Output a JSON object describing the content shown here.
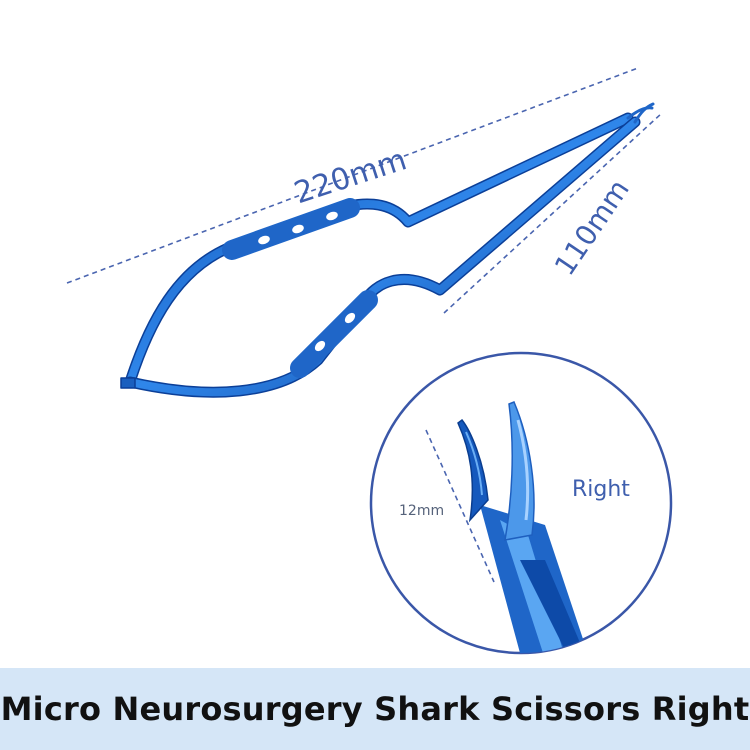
{
  "dimensions": {
    "total_length": "220mm",
    "handle_length": "110mm",
    "tip_length": "12mm"
  },
  "detail_label": "Right",
  "title": "Micro Neurosurgery Shark Scissors Right",
  "colors": {
    "instrument_blue": "#1f66c8",
    "dimension_line": "#3f5fae",
    "footer_bg": "#d5e6f7"
  }
}
